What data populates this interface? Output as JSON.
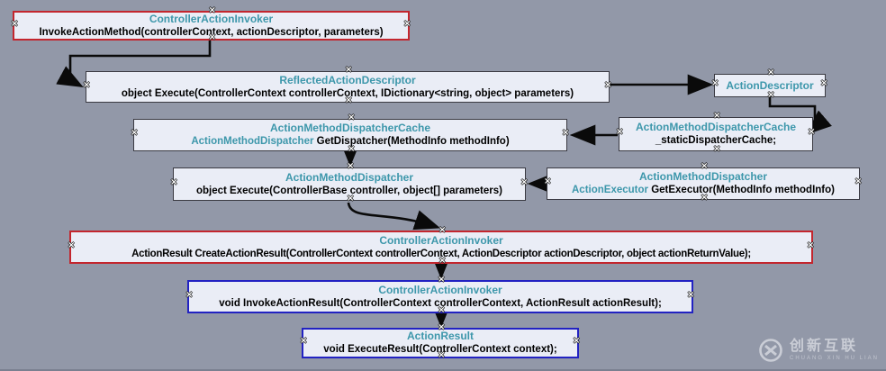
{
  "background": "#9298A8",
  "colors": {
    "node_fill": "#EAEDF6",
    "title_teal": "#3D97AB",
    "body_text": "#000000",
    "border_red": "#C3262E",
    "border_blue": "#2222C2",
    "border_dark": "#3A3A42",
    "arrow": "#0A0A0A"
  },
  "nodes": [
    {
      "id": "invoke-action-method",
      "title": "ControllerActionInvoker",
      "body_teal": "",
      "body": "InvokeActionMethod(controllerContext, actionDescriptor, parameters)",
      "border": "red"
    },
    {
      "id": "reflected-execute",
      "title": "ReflectedActionDescriptor",
      "body_teal": "",
      "body": "object Execute(ControllerContext controllerContext, IDictionary<string, object> parameters)",
      "border": "dark"
    },
    {
      "id": "action-descriptor",
      "title": "ActionDescriptor",
      "body_teal": "",
      "body": "",
      "border": "dark"
    },
    {
      "id": "get-dispatcher",
      "title": "ActionMethodDispatcherCache",
      "body_teal": "ActionMethodDispatcher ",
      "body": "GetDispatcher(MethodInfo methodInfo)",
      "border": "dark"
    },
    {
      "id": "static-dispatcher-cache",
      "title": "ActionMethodDispatcherCache",
      "body_teal": "",
      "body": "_staticDispatcherCache;",
      "border": "dark"
    },
    {
      "id": "dispatcher-execute",
      "title": "ActionMethodDispatcher",
      "body_teal": "",
      "body": "object Execute(ControllerBase controller, object[] parameters)",
      "border": "dark"
    },
    {
      "id": "get-executor",
      "title": "ActionMethodDispatcher",
      "body_teal": "ActionExecutor ",
      "body": "GetExecutor(MethodInfo methodInfo)",
      "border": "dark"
    },
    {
      "id": "create-action-result",
      "title": "ControllerActionInvoker",
      "body_teal": "",
      "body": "ActionResult CreateActionResult(ControllerContext controllerContext, ActionDescriptor actionDescriptor, object actionReturnValue);",
      "border": "red"
    },
    {
      "id": "invoke-action-result",
      "title": "ControllerActionInvoker",
      "body_teal": "",
      "body": "void InvokeActionResult(ControllerContext controllerContext, ActionResult actionResult);",
      "border": "blue"
    },
    {
      "id": "execute-result",
      "title": "ActionResult",
      "body_teal": "",
      "body": "void ExecuteResult(ControllerContext context);",
      "border": "blue"
    }
  ],
  "connections": [
    {
      "from": "invoke-action-method",
      "to": "reflected-execute"
    },
    {
      "from": "reflected-execute",
      "to": "action-descriptor"
    },
    {
      "from": "action-descriptor",
      "to": "static-dispatcher-cache"
    },
    {
      "from": "static-dispatcher-cache",
      "to": "get-dispatcher"
    },
    {
      "from": "get-dispatcher",
      "to": "dispatcher-execute"
    },
    {
      "from": "get-executor",
      "to": "dispatcher-execute"
    },
    {
      "from": "dispatcher-execute",
      "to": "create-action-result"
    },
    {
      "from": "create-action-result",
      "to": "invoke-action-result"
    },
    {
      "from": "invoke-action-result",
      "to": "execute-result"
    }
  ],
  "watermark": {
    "brand": "创新互联",
    "subtext": "CHUANG XIN HU LIAN"
  }
}
